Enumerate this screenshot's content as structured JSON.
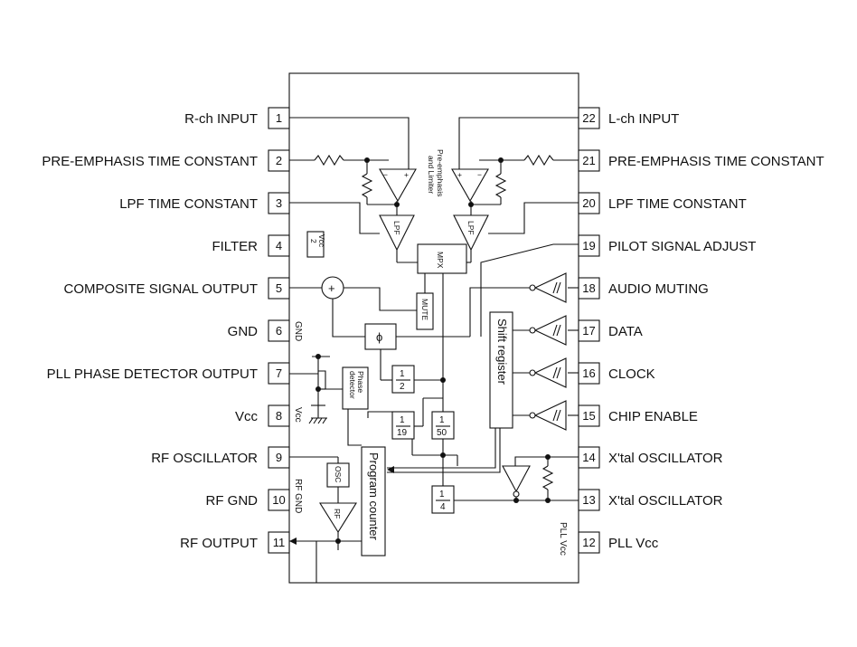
{
  "pins": [
    {
      "num": "1",
      "label": "R-ch INPUT",
      "side": "left"
    },
    {
      "num": "2",
      "label": "PRE-EMPHASIS TIME CONSTANT",
      "side": "left"
    },
    {
      "num": "3",
      "label": "LPF TIME CONSTANT",
      "side": "left"
    },
    {
      "num": "4",
      "label": "FILTER",
      "side": "left"
    },
    {
      "num": "5",
      "label": "COMPOSITE SIGNAL OUTPUT",
      "side": "left"
    },
    {
      "num": "6",
      "label": "GND",
      "side": "left"
    },
    {
      "num": "7",
      "label": "PLL PHASE DETECTOR OUTPUT",
      "side": "left"
    },
    {
      "num": "8",
      "label": "Vcc",
      "side": "left"
    },
    {
      "num": "9",
      "label": "RF OSCILLATOR",
      "side": "left"
    },
    {
      "num": "10",
      "label": "RF GND",
      "side": "left"
    },
    {
      "num": "11",
      "label": "RF OUTPUT",
      "side": "left"
    },
    {
      "num": "22",
      "label": "L-ch INPUT",
      "side": "right"
    },
    {
      "num": "21",
      "label": "PRE-EMPHASIS TIME CONSTANT",
      "side": "right"
    },
    {
      "num": "20",
      "label": "LPF TIME CONSTANT",
      "side": "right"
    },
    {
      "num": "19",
      "label": "PILOT SIGNAL ADJUST",
      "side": "right"
    },
    {
      "num": "18",
      "label": "AUDIO MUTING",
      "side": "right"
    },
    {
      "num": "17",
      "label": "DATA",
      "side": "right"
    },
    {
      "num": "16",
      "label": "CLOCK",
      "side": "right"
    },
    {
      "num": "15",
      "label": "CHIP ENABLE",
      "side": "right"
    },
    {
      "num": "14",
      "label": "X'tal OSCILLATOR",
      "side": "right"
    },
    {
      "num": "13",
      "label": "X'tal OSCILLATOR",
      "side": "right"
    },
    {
      "num": "12",
      "label": "PLL Vcc",
      "side": "right"
    }
  ],
  "internal": {
    "gnd": "GND",
    "vcc": "Vcc",
    "rf_gnd": "RF GND",
    "pll_vcc": "PLL Vcc",
    "preemph_line1": "Pre-emphasis",
    "preemph_line2": "and Limiter",
    "lpf": "LPF",
    "mpx": "MPX",
    "mute": "MUTE",
    "phi": "ϕ",
    "plus": "+",
    "vcc_half_top": "Vcc",
    "vcc_half_bot": "2",
    "phase_det_line1": "Phase",
    "phase_det_line2": "detector",
    "shift_register": "Shift register",
    "program_counter": "Program counter",
    "osc": "OSC",
    "rf": "RF",
    "div_one": "1",
    "div_2": "2",
    "div_19": "19",
    "div_50": "50",
    "div_4": "4"
  }
}
